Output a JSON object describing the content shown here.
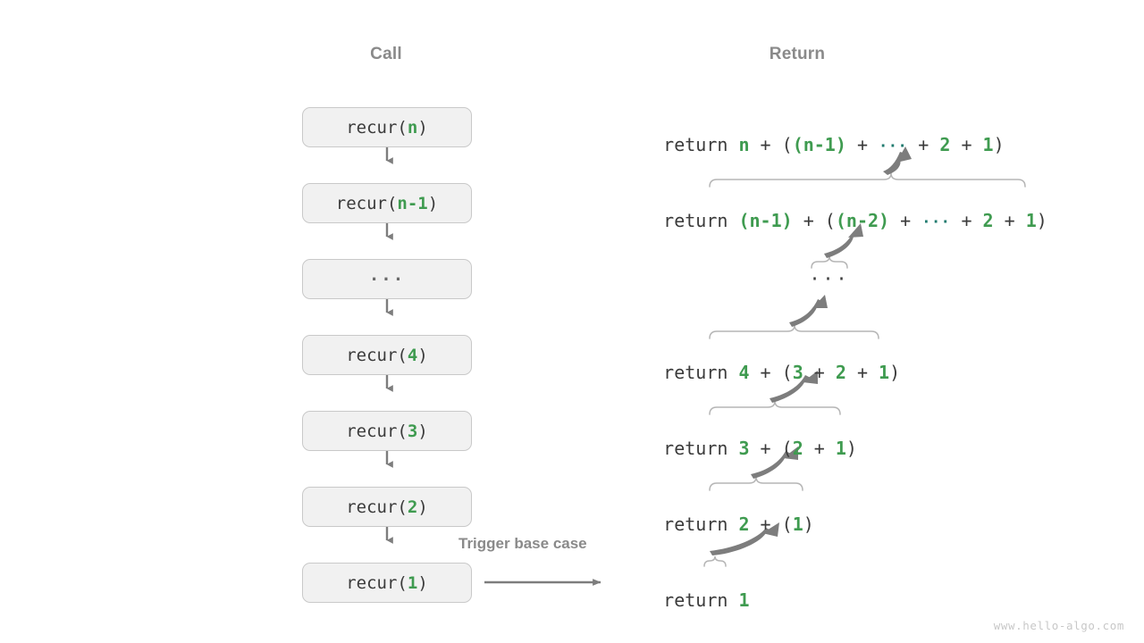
{
  "headers": {
    "call": "Call",
    "return": "Return"
  },
  "call_stack": [
    {
      "name": "call-box-n",
      "prefix": "recur(",
      "arg": "n",
      "suffix": ")",
      "ellipsis": false
    },
    {
      "name": "call-box-n-1",
      "prefix": "recur(",
      "arg": "n-1",
      "suffix": ")",
      "ellipsis": false
    },
    {
      "name": "call-box-dots",
      "prefix": "",
      "arg": "…",
      "suffix": "",
      "ellipsis": true
    },
    {
      "name": "call-box-4",
      "prefix": "recur(",
      "arg": "4",
      "suffix": ")",
      "ellipsis": false
    },
    {
      "name": "call-box-3",
      "prefix": "recur(",
      "arg": "3",
      "suffix": ")",
      "ellipsis": false
    },
    {
      "name": "call-box-2",
      "prefix": "recur(",
      "arg": "2",
      "suffix": ")",
      "ellipsis": false
    },
    {
      "name": "call-box-1",
      "prefix": "recur(",
      "arg": "1",
      "suffix": ")",
      "ellipsis": false
    }
  ],
  "returns": [
    {
      "name": "return-line-n",
      "keyword": "return ",
      "expr": "n + ((n-1) + … + 2 + 1)"
    },
    {
      "name": "return-line-n-1",
      "keyword": "return ",
      "expr": "(n-1) + ((n-2) + … + 2 + 1)"
    },
    {
      "name": "return-line-4",
      "keyword": "return ",
      "expr": "4 + (3 + 2 + 1)"
    },
    {
      "name": "return-line-3",
      "keyword": "return ",
      "expr": "3 + (2 + 1)"
    },
    {
      "name": "return-line-2",
      "keyword": "return ",
      "expr": "2 + (1)"
    },
    {
      "name": "return-line-1",
      "keyword": "return ",
      "expr": "1"
    }
  ],
  "mid_ellipsis": "…",
  "trigger_label": "Trigger base case",
  "watermark": "www.hello-algo.com",
  "colors": {
    "green": "#3f9b50",
    "teal": "#1f7a6e",
    "box_fill": "#f1f1f1",
    "box_border": "#c9c9c9",
    "arrow": "#7d7d7d",
    "brace": "#b5b5b5",
    "text": "#3b3b3b",
    "muted": "#8a8a8a",
    "watermark": "#c8c8c8"
  }
}
